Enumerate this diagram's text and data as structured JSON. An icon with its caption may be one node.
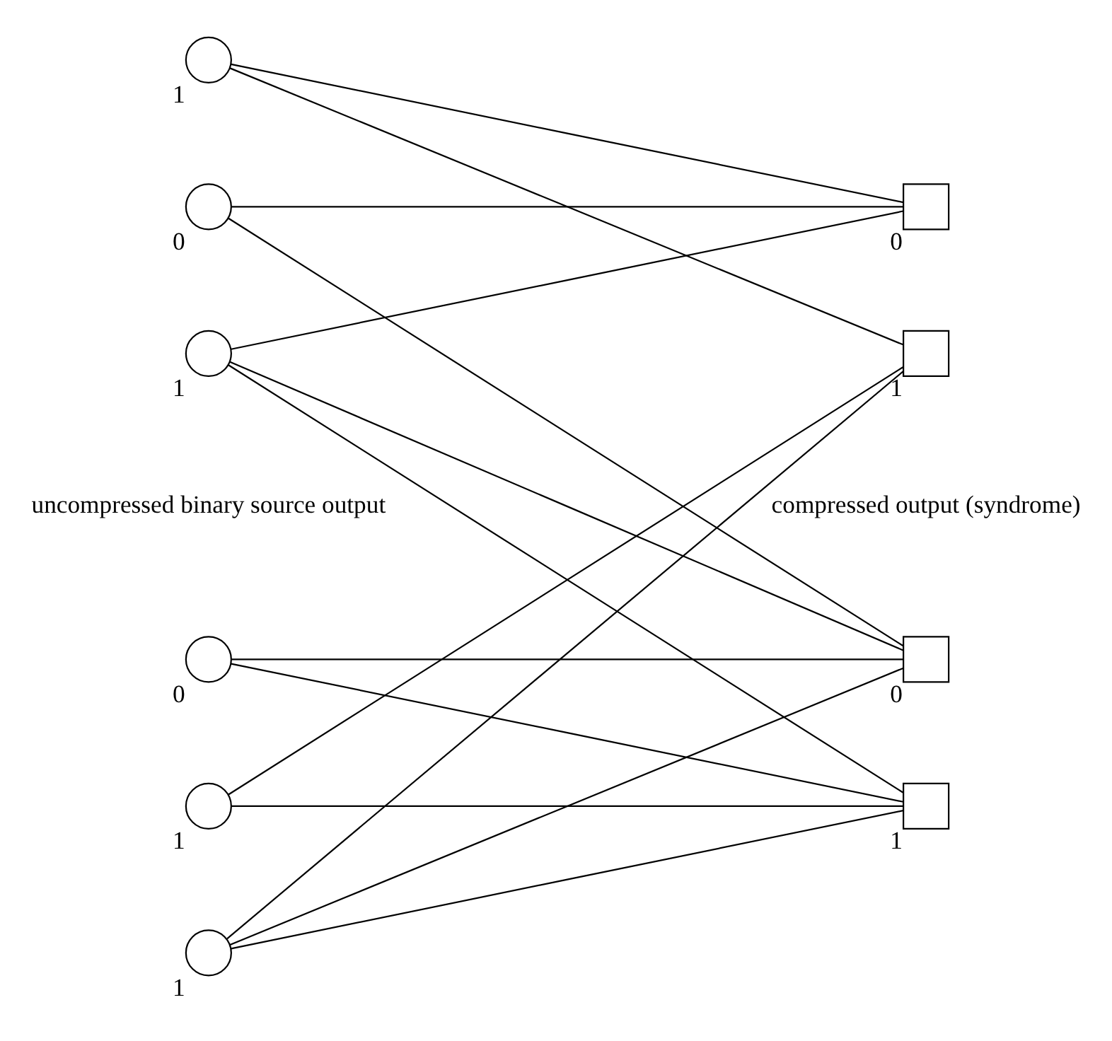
{
  "diagram": {
    "nodes": [
      {
        "text": [],
        "shape": "circle",
        "beside": [
          "1"
        ]
      },
      {
        "text": [],
        "shape": "circle",
        "beside": [
          "0"
        ]
      },
      {
        "text": [],
        "shape": "circle",
        "beside": [
          "1"
        ]
      },
      {
        "text": [],
        "shape": "circle",
        "beside": [
          "0"
        ]
      },
      {
        "text": [],
        "shape": "circle",
        "beside": [
          "1"
        ]
      },
      {
        "text": [],
        "shape": "circle",
        "beside": [
          "1"
        ]
      },
      {
        "text": [],
        "shape": "box",
        "beside": [
          "0"
        ]
      },
      {
        "text": [],
        "shape": "box",
        "beside": [
          "1"
        ]
      },
      {
        "text": [],
        "shape": "box",
        "beside": [
          "0"
        ]
      },
      {
        "text": [],
        "shape": "box",
        "beside": [
          "1"
        ]
      }
    ],
    "edges": [
      {
        "from": 0,
        "to": 6,
        "arrow": "none"
      },
      {
        "from": 0,
        "to": 7,
        "arrow": "none"
      },
      {
        "from": 1,
        "to": 6,
        "arrow": "none"
      },
      {
        "from": 1,
        "to": 8,
        "arrow": "none"
      },
      {
        "from": 2,
        "to": 6,
        "arrow": "none"
      },
      {
        "from": 2,
        "to": 8,
        "arrow": "none"
      },
      {
        "from": 2,
        "to": 9,
        "arrow": "none"
      },
      {
        "from": 3,
        "to": 8,
        "arrow": "none"
      },
      {
        "from": 3,
        "to": 9,
        "arrow": "none"
      },
      {
        "from": 4,
        "to": 7,
        "arrow": "none"
      },
      {
        "from": 4,
        "to": 9,
        "arrow": "none"
      },
      {
        "from": 5,
        "to": 7,
        "arrow": "none"
      },
      {
        "from": 5,
        "to": 8,
        "arrow": "none"
      },
      {
        "from": 5,
        "to": 9,
        "arrow": "none"
      }
    ],
    "labels": [
      "uncompressed binary source output",
      "compressed output (syndrome)"
    ]
  }
}
